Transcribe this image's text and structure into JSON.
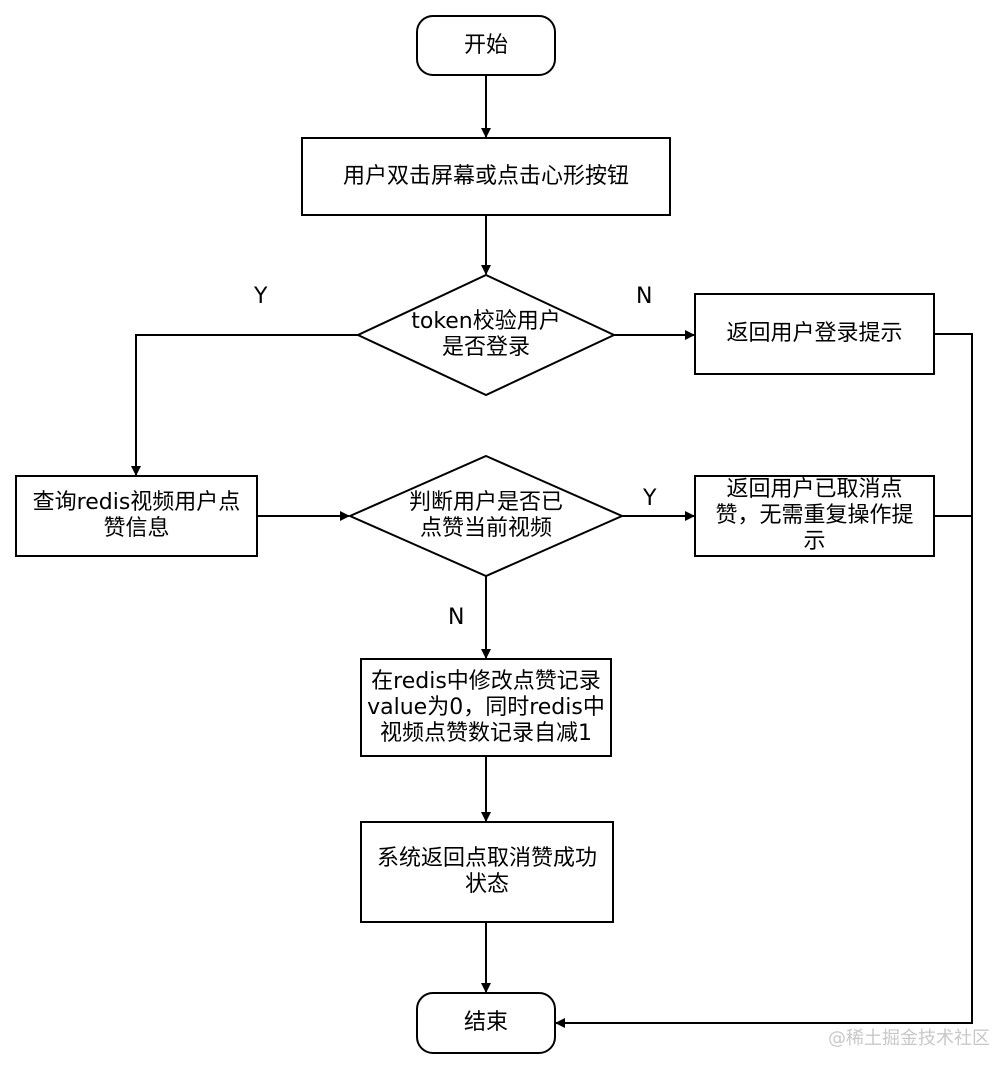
{
  "nodes": {
    "start": "开始",
    "user_action": "用户双击屏幕或点击心形按钮",
    "check_login": "token校验用户\n是否登录",
    "login_tip": "返回用户登录提示",
    "query_redis": "查询redis视频用户点\n赞信息",
    "check_liked": "判断用户是否已\n点赞当前视频",
    "already_canceled": "返回用户已取消点\n赞，无需重复操作提\n示",
    "modify_redis": "在redis中修改点赞记录\nvalue为0，同时redis中\n视频点赞数记录自减1",
    "return_status": "系统返回点取消赞成功\n状态",
    "end": "结束"
  },
  "edge_labels": {
    "login_yes": "Y",
    "login_no": "N",
    "liked_yes": "Y",
    "liked_no": "N"
  },
  "watermark": "@稀土掘金技术社区"
}
